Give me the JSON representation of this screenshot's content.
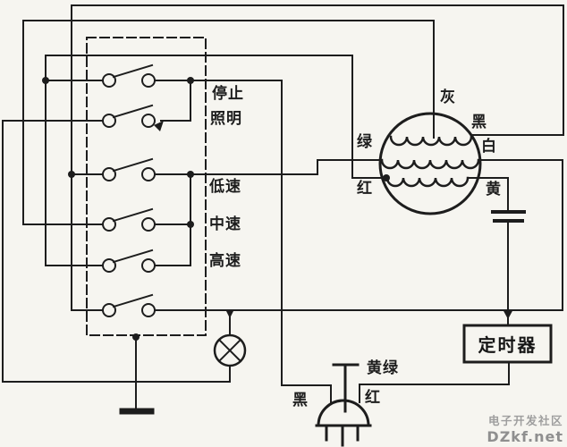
{
  "switch_bank": {
    "labels": {
      "stop": "停止",
      "light": "照明",
      "low": "低速",
      "mid": "中速",
      "high": "高速"
    }
  },
  "motor": {
    "wire_labels": {
      "gray": "灰",
      "black": "黑",
      "green": "绿",
      "white": "白",
      "red": "红",
      "yellow": "黄"
    }
  },
  "timer": {
    "label": "定时器"
  },
  "plug": {
    "earth_label": "黄绿",
    "black_label": "黑",
    "red_label": "红"
  },
  "watermark": {
    "site": "电子开发社区",
    "domain": "DZkf.net"
  },
  "colors": {
    "ink": "#1d1d1d",
    "paper": "#f6f5f0",
    "watermark_gray": "#9e9e9e"
  }
}
